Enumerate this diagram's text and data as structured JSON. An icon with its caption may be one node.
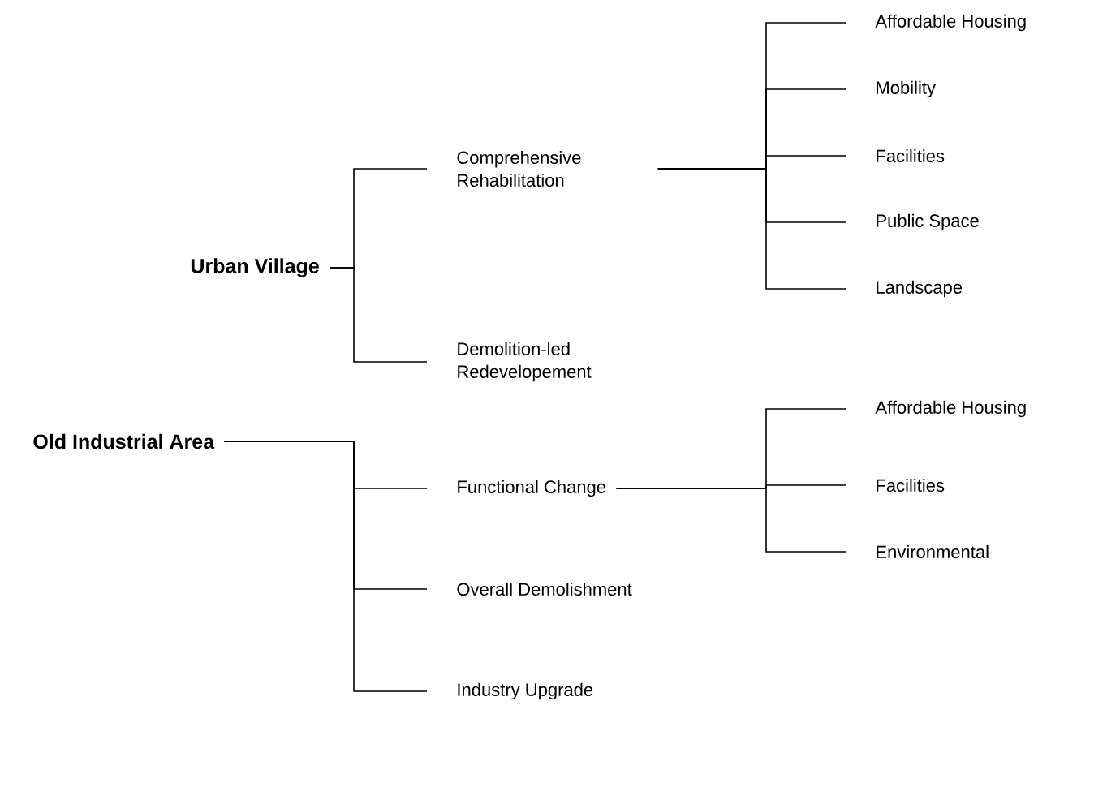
{
  "diagram": {
    "nodes": [
      {
        "text": [
          "Urban Village"
        ]
      },
      {
        "text": [
          "Comprehensive Rehabilitation"
        ]
      },
      {
        "text": [
          "Demolition-led Redevelopement"
        ]
      },
      {
        "text": [
          "Affordable Housing"
        ]
      },
      {
        "text": [
          "Mobility"
        ]
      },
      {
        "text": [
          "Facilities"
        ]
      },
      {
        "text": [
          "Public Space"
        ]
      },
      {
        "text": [
          "Landscape"
        ]
      },
      {
        "text": [
          "Old Industrial Area"
        ]
      },
      {
        "text": [
          "Functional Change"
        ]
      },
      {
        "text": [
          "Overall Demolishment"
        ]
      },
      {
        "text": [
          "Industry Upgrade"
        ]
      },
      {
        "text": [
          "Affordable Housing"
        ]
      },
      {
        "text": [
          "Facilities"
        ]
      },
      {
        "text": [
          "Environmental"
        ]
      }
    ],
    "edges": [
      {
        "from": 0,
        "to": 1,
        "arrow": "none"
      },
      {
        "from": 0,
        "to": 2,
        "arrow": "none"
      },
      {
        "from": 1,
        "to": 3,
        "arrow": "none"
      },
      {
        "from": 1,
        "to": 4,
        "arrow": "none"
      },
      {
        "from": 1,
        "to": 5,
        "arrow": "none"
      },
      {
        "from": 1,
        "to": 6,
        "arrow": "none"
      },
      {
        "from": 1,
        "to": 7,
        "arrow": "none"
      },
      {
        "from": 8,
        "to": 9,
        "arrow": "none"
      },
      {
        "from": 8,
        "to": 10,
        "arrow": "none"
      },
      {
        "from": 8,
        "to": 11,
        "arrow": "none"
      },
      {
        "from": 9,
        "to": 12,
        "arrow": "none"
      },
      {
        "from": 9,
        "to": 13,
        "arrow": "none"
      },
      {
        "from": 9,
        "to": 14,
        "arrow": "none"
      }
    ]
  }
}
